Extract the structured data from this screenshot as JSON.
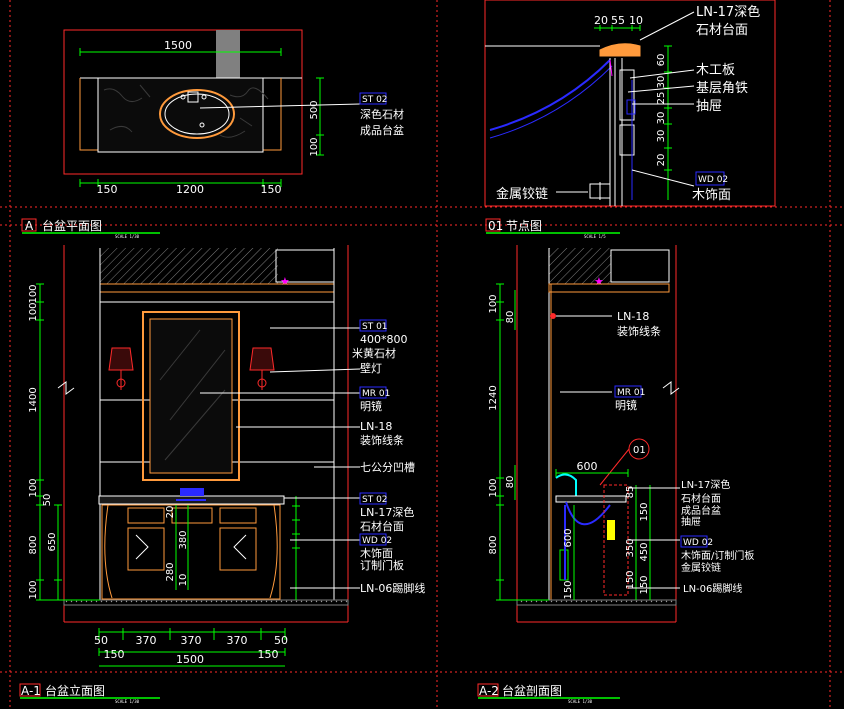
{
  "colors": {
    "background": "#000000",
    "frame": "#ff2a2a",
    "dimension": "#00ff00",
    "outline": "#ffffff",
    "blue": "#2a2aff",
    "magenta": "#ff00ff",
    "orange": "#ff9a3c",
    "yellow": "#ffff00",
    "gray": "#808080",
    "cyan": "#00ffff"
  },
  "panels": {
    "a": {
      "title_code": "A",
      "title": "台盆平面图",
      "scale": "SCALE 1/30"
    },
    "node": {
      "title_code": "01",
      "title": "节点图",
      "scale": "SCALE 1/5"
    },
    "a1": {
      "title_code": "A-1",
      "title": "台盆立面图",
      "scale": "SCALE 1/30"
    },
    "a2": {
      "title_code": "A-2",
      "title": "台盆剖面图",
      "scale": "SCALE 1/30"
    }
  },
  "plan": {
    "dims": {
      "top": "1500",
      "right_a": "500",
      "right_b": "100",
      "bot_left": "150",
      "bot_mid": "1200",
      "bot_right": "150"
    },
    "tag": "ST 02",
    "labels": [
      "深色石材",
      "成品台盆"
    ]
  },
  "node": {
    "dims": {
      "t1": "20",
      "t2": "55",
      "t3": "10",
      "r1": "60",
      "r2": "30",
      "r3": "25",
      "r4": "30",
      "r5": "30",
      "r6": "20"
    },
    "labels": {
      "top1": "LN-17深色",
      "top2": "石材台面",
      "m1": "木工板",
      "m2": "基层角铁",
      "m3": "抽屉",
      "wd_tag": "WD 02",
      "wd": "木饰面",
      "hinge": "金属铰链"
    }
  },
  "elev": {
    "left_dims": [
      "100",
      "100",
      "1400",
      "100",
      "50",
      "800",
      "650",
      "100"
    ],
    "bottom_dims_a": [
      "50",
      "370",
      "370",
      "370",
      "50"
    ],
    "bottom_dims_b": [
      "150",
      "1500",
      "150"
    ],
    "inner_dims": [
      "20",
      "380",
      "280",
      "10"
    ],
    "tags": {
      "st01": "ST 01",
      "mr01": "MR 01",
      "st02": "ST 02",
      "wd02": "WD 02"
    },
    "labels": {
      "st01_a": "400*800",
      "st01_b": "米黄石材",
      "lamp": "壁灯",
      "mr01": "明镜",
      "ln18a": "LN-18",
      "ln18b": "装饰线条",
      "groove": "七公分凹槽",
      "ln17a": "LN-17深色",
      "ln17b": "石材台面",
      "wd_a": "木饰面",
      "wd_b": "订制门板",
      "ln06": "LN-06踢脚线"
    }
  },
  "section": {
    "left_dims": [
      "100",
      "80",
      "1240",
      "100",
      "80",
      "800",
      "600",
      "150"
    ],
    "top_dim": "600",
    "node_ref": "01",
    "inner_dims": [
      "85",
      "150",
      "350",
      "150",
      "450",
      "150"
    ],
    "tags": {
      "mr01": "MR 01",
      "wd02": "WD 02"
    },
    "labels": {
      "ln18a": "LN-18",
      "ln18b": "装饰线条",
      "mr01": "明镜",
      "ln17": "LN-17深色",
      "ln17b": "石材台面",
      "basin": "成品台盆",
      "drawer": "抽屉",
      "wd": "木饰面/订制门板",
      "hinge": "金属铰链",
      "ln06": "LN-06踢脚线"
    }
  }
}
